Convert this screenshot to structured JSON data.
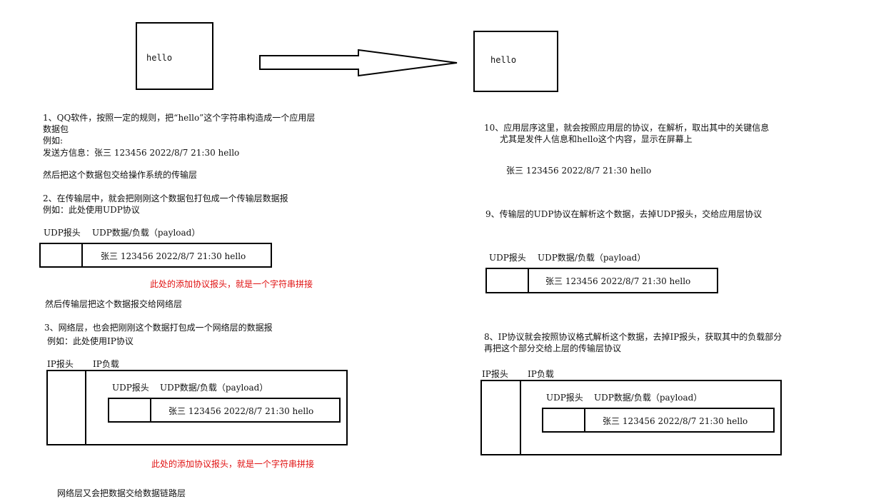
{
  "top": {
    "sender_hello": "hello",
    "receiver_hello": "hello"
  },
  "left": {
    "step1_line1": "1、QQ软件，按照一定的规则，把“hello”这个字符串构造成一个应用层",
    "step1_line2": "数据包",
    "step1_example_label": "例如:",
    "step1_example": "发送方信息：张三 123456 2022/8/7 21:30 hello",
    "step1_then": "然后把这个数据包交给操作系统的传输层",
    "step2_line1": "2、在传输层中，就会把刚刚这个数据包打包成一个传输层数据报",
    "step2_line2": "例如：此处使用UDP协议",
    "udp_header_label": "UDP报头",
    "udp_payload_label": "UDP数据/负载（payload）",
    "udp_payload": "张三 123456 2022/8/7 21:30 hello",
    "note1": "此处的添加协议报头，就是一个字符串拼接",
    "step2_then": "然后传输层把这个数据报交给网络层",
    "step3_line1": "3、网络层，也会把刚刚这个数据打包成一个网络层的数据报",
    "step3_line2": "例如：此处使用IP协议",
    "ip_header_label": "IP报头",
    "ip_payload_label": "IP负载",
    "ip_udp_header_label": "UDP报头",
    "ip_udp_payload_label": "UDP数据/负载（payload）",
    "ip_udp_payload": "张三 123456 2022/8/7 21:30 hello",
    "note2": "此处的添加协议报头，就是一个字符串拼接",
    "step3_then": "网络层又会把数据交给数据链路层"
  },
  "right": {
    "step10_line1": "10、应用层序这里，就会按照应用层的协议，在解析，取出其中的关键信息",
    "step10_line2": "尤其是发件人信息和hello这个内容，显示在屏幕上",
    "step10_result": "张三 123456 2022/8/7 21:30 hello",
    "step9": "9、传输层的UDP协议在解析这个数据，去掉UDP报头，交给应用层协议",
    "udp_header_label": "UDP报头",
    "udp_payload_label": "UDP数据/负载（payload）",
    "udp_payload": "张三 123456 2022/8/7 21:30 hello",
    "step8_line1": "8、IP协议就会按照协议格式解析这个数据，去掉IP报头，获取其中的负载部分",
    "step8_line2": "再把这个部分交给上层的传输层协议",
    "ip_header_label": "IP报头",
    "ip_payload_label": "IP负载",
    "ip_udp_header_label": "UDP报头",
    "ip_udp_payload_label": "UDP数据/负载（payload）",
    "ip_udp_payload": "张三 123456 2022/8/7 21:30 hello"
  },
  "colors": {
    "note": "#e01010",
    "line": "#000000"
  }
}
